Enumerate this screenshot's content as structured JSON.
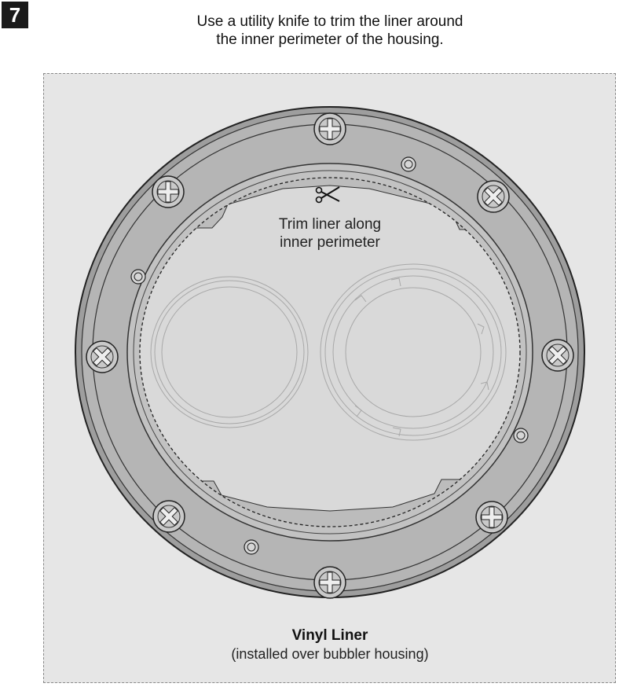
{
  "step": "7",
  "instruction": {
    "line1": "Use a utility knife to trim the liner around",
    "line2": "the inner perimeter of the housing."
  },
  "trim_label": {
    "line1": "Trim liner along",
    "line2": "inner perimeter"
  },
  "liner_label": {
    "title": "Vinyl Liner",
    "subtitle": "(installed over bubbler housing)"
  },
  "icons": {
    "trim": "scissors-icon",
    "fastener": "phillips-screw-icon",
    "hole": "pilot-hole-icon"
  },
  "colors": {
    "panel": "#e6e6e6",
    "housing": "#b8b8b8",
    "opening": "#dcdcdc",
    "line": "#2a2a2a"
  }
}
